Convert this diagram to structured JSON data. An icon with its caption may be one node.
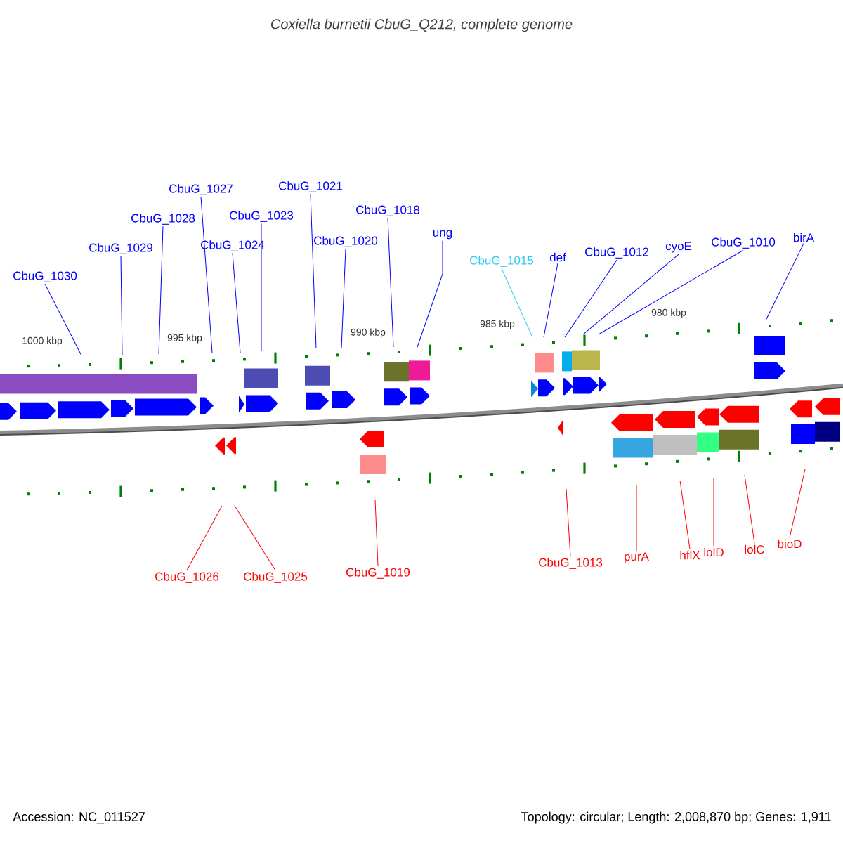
{
  "diagram": {
    "title": "*Coxiella burnetii* CbuG_Q212, complete genome",
    "nodes": [
      {
        "text": [
          "CbuG_1030"
        ]
      },
      {
        "text": [
          "CbuG_1029"
        ]
      },
      {
        "text": [
          "CbuG_1028"
        ]
      },
      {
        "text": [
          "CbuG_1027"
        ]
      },
      {
        "text": [
          "CbuG_1024"
        ]
      },
      {
        "text": [
          "CbuG_1023"
        ]
      },
      {
        "text": [
          "CbuG_1021"
        ]
      },
      {
        "text": [
          "CbuG_1020"
        ]
      },
      {
        "text": [
          "CbuG_1018"
        ]
      },
      {
        "text": [
          "ung"
        ]
      },
      {
        "text": [
          "CbuG_1015"
        ]
      },
      {
        "text": [
          "def"
        ]
      },
      {
        "text": [
          "CbuG_1012"
        ]
      },
      {
        "text": [
          "cyoE"
        ]
      },
      {
        "text": [
          "CbuG_1010"
        ]
      },
      {
        "text": [
          "birA"
        ]
      },
      {
        "text": [
          "CbuG_1026"
        ]
      },
      {
        "text": [
          "CbuG_1025"
        ]
      },
      {
        "text": [
          "CbuG_1019"
        ]
      },
      {
        "text": [
          "CbuG_1013"
        ]
      },
      {
        "text": [
          "purA"
        ]
      },
      {
        "text": [
          "hflX"
        ]
      },
      {
        "text": [
          "lolD"
        ]
      },
      {
        "text": [
          "lolC"
        ]
      },
      {
        "text": [
          "bioD"
        ]
      }
    ],
    "edges": [
      {
        "from": 0,
        "to": null,
        "arrow": "none"
      },
      {
        "from": 1,
        "to": null,
        "arrow": "none"
      },
      {
        "from": 2,
        "to": null,
        "arrow": "none"
      },
      {
        "from": 3,
        "to": null,
        "arrow": "none"
      },
      {
        "from": 4,
        "to": null,
        "arrow": "none"
      },
      {
        "from": 5,
        "to": null,
        "arrow": "none"
      },
      {
        "from": 6,
        "to": null,
        "arrow": "none"
      },
      {
        "from": 7,
        "to": null,
        "arrow": "none"
      },
      {
        "from": 8,
        "to": null,
        "arrow": "none"
      },
      {
        "from": 9,
        "to": null,
        "arrow": "none"
      },
      {
        "from": 10,
        "to": null,
        "arrow": "none",
        "color": "#33ccf5"
      },
      {
        "from": 11,
        "to": null,
        "arrow": "none"
      },
      {
        "from": 12,
        "to": null,
        "arrow": "none"
      },
      {
        "from": 13,
        "to": null,
        "arrow": "none"
      },
      {
        "from": 14,
        "to": null,
        "arrow": "none"
      },
      {
        "from": 15,
        "to": null,
        "arrow": "none"
      },
      {
        "from": 16,
        "to": null,
        "arrow": "none",
        "color": "#ff0000"
      },
      {
        "from": 17,
        "to": null,
        "arrow": "none",
        "color": "#ff0000"
      },
      {
        "from": 18,
        "to": null,
        "arrow": "none",
        "color": "#ff0000"
      },
      {
        "from": 19,
        "to": null,
        "arrow": "none",
        "color": "#ff0000"
      },
      {
        "from": 20,
        "to": null,
        "arrow": "none",
        "color": "#ff0000"
      },
      {
        "from": 21,
        "to": null,
        "arrow": "none",
        "color": "#ff0000"
      },
      {
        "from": 22,
        "to": null,
        "arrow": "none",
        "color": "#ff0000"
      },
      {
        "from": 23,
        "to": null,
        "arrow": "none",
        "color": "#ff0000"
      },
      {
        "from": 24,
        "to": null,
        "arrow": "none",
        "color": "#ff0000"
      }
    ],
    "labels": [
      "1000 kbp",
      "995 kbp",
      "990 kbp",
      "985 kbp",
      "980 kbp",
      "Accession: NC_011527",
      "Topology: circular; Length: 2,008,870 bp; Genes: 1,911"
    ]
  }
}
